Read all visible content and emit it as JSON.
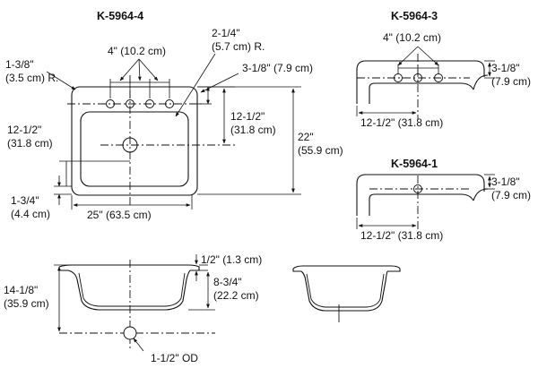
{
  "top_left_view": {
    "model": "K-5964-4",
    "deck_radius": [
      "1-3/8\"",
      "(3.5 cm) R."
    ],
    "faucet_spacing": "4\" (10.2 cm)",
    "corner_radius": [
      "2-1/4\"",
      "(5.7 cm) R."
    ],
    "faucet_offset": "3-1/8\" (7.9 cm)",
    "drain_center_left": [
      "12-1/2\"",
      "(31.8 cm)"
    ],
    "drain_center_right": [
      "12-1/2\"",
      "(31.8 cm)"
    ],
    "overall_depth": [
      "22\"",
      "(55.9 cm)"
    ],
    "front_offset": [
      "1-3/4\"",
      "(4.4 cm)"
    ],
    "overall_width": "25\" (63.5 cm)"
  },
  "top_right_view": {
    "model": "K-5964-3",
    "faucet_spacing": "4\" (10.2 cm)",
    "faucet_offset": [
      "3-1/8\"",
      "(7.9 cm)"
    ],
    "half_width": "12-1/2\" (31.8 cm)"
  },
  "middle_right_view": {
    "model": "K-5964-1",
    "faucet_offset": [
      "3-1/8\"",
      "(7.9 cm)"
    ],
    "half_width": "12-1/2\" (31.8 cm)"
  },
  "section_view": {
    "rim_thickness": "1/2\" (1.3 cm)",
    "bowl_depth": [
      "8-3/4\"",
      "(22.2 cm)"
    ],
    "drain_height": [
      "14-1/8\"",
      "(35.9 cm)"
    ],
    "drain_size": "1-1/2\" OD"
  }
}
